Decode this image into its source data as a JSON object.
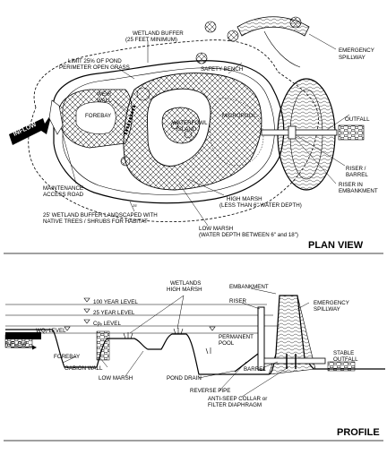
{
  "plan": {
    "title": "PLAN VIEW",
    "labels": {
      "wetland_buffer_1": "WETLAND BUFFER",
      "wetland_buffer_2": "(25 FEET MINIMUM)",
      "limit_1": "LIMIT 25% OF POND",
      "limit_2": "PERIMETER OPEN GRASS",
      "safety_bench": "SAFETY BENCH",
      "emergency_spillway_1": "EMERGENCY",
      "emergency_spillway_2": "SPILLWAY",
      "weir_wall_1": "WEIR",
      "weir_wall_2": "WALL",
      "forebay": "FOREBAY",
      "micropool": "MICROPOOL",
      "waterfowl_1": "WATERFOWL",
      "waterfowl_2": "ISLAND",
      "outfall": "OUTFALL",
      "inflow": "INFLOW",
      "riser_barrel_1": "RISER /",
      "riser_barrel_2": "BARREL",
      "riser_embankment_1": "RISER IN",
      "riser_embankment_2": "EMBANKMENT",
      "maintenance_1": "MAINTENANCE",
      "maintenance_2": "ACCESS ROAD",
      "high_marsh_1": "HIGH MARSH",
      "high_marsh_2": "(LESS THAN 6\" WATER DEPTH)",
      "buffer_landscape_1": "25' WETLAND BUFFER LANDSCAPED WITH",
      "buffer_landscape_2": "NATIVE TREES / SHRUBS FOR HABITAT",
      "low_marsh_1": "LOW MARSH",
      "low_marsh_2": "(WATER DEPTH BETWEEN 6\" and 18\")",
      "twenty_five_ft": "25'"
    }
  },
  "profile": {
    "title": "PROFILE",
    "labels": {
      "wetlands_1": "WETLANDS",
      "wetlands_2": "HIGH MARSH",
      "embankment": "EMBANKMENT",
      "riser": "RISER",
      "emergency_spillway_1": "EMERGENCY",
      "emergency_spillway_2": "SPILLWAY",
      "year100": "100 YEAR LEVEL",
      "year25": "25 YEAR LEVEL",
      "cpv": "Cpᵥ LEVEL",
      "wqv": "WQᵥ LEVEL",
      "inflow": "INFLOW",
      "permanent_pool_1": "PERMANENT",
      "permanent_pool_2": "POOL",
      "forebay": "FOREBAY",
      "gabion_wall": "GABION WALL",
      "low_marsh": "LOW MARSH",
      "pond_drain": "POND DRAIN",
      "reverse_pipe": "REVERSE PIPE",
      "barrel": "BARREL",
      "stable_outfall_1": "STABLE",
      "stable_outfall_2": "OUTFALL",
      "anti_seep_1": "ANTI-SEEP COLLAR or",
      "anti_seep_2": "FILTER DIAPHRAGM"
    }
  }
}
